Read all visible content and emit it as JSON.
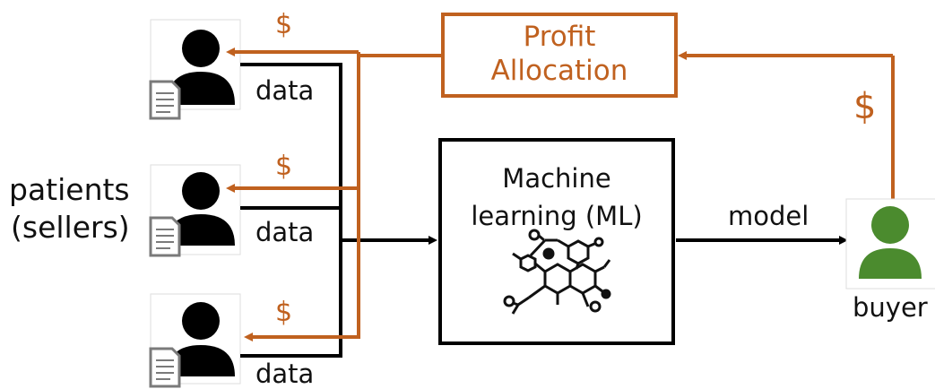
{
  "colors": {
    "orange": "#c0611f",
    "black": "#000000",
    "green": "#4b8b2e",
    "doc_gray": "#7a7a7a"
  },
  "labels": {
    "patients_line1": "patients",
    "patients_line2": "(sellers)",
    "data": "data",
    "dollar": "$",
    "profit_line1": "Profit",
    "profit_line2": "Allocation",
    "ml_line1": "Machine",
    "ml_line2": "learning (ML)",
    "model": "model",
    "buyer": "buyer"
  },
  "icons": {
    "seller": "person-icon",
    "document": "document-icon",
    "buyer": "person-icon",
    "ml": "molecule-network-icon"
  }
}
